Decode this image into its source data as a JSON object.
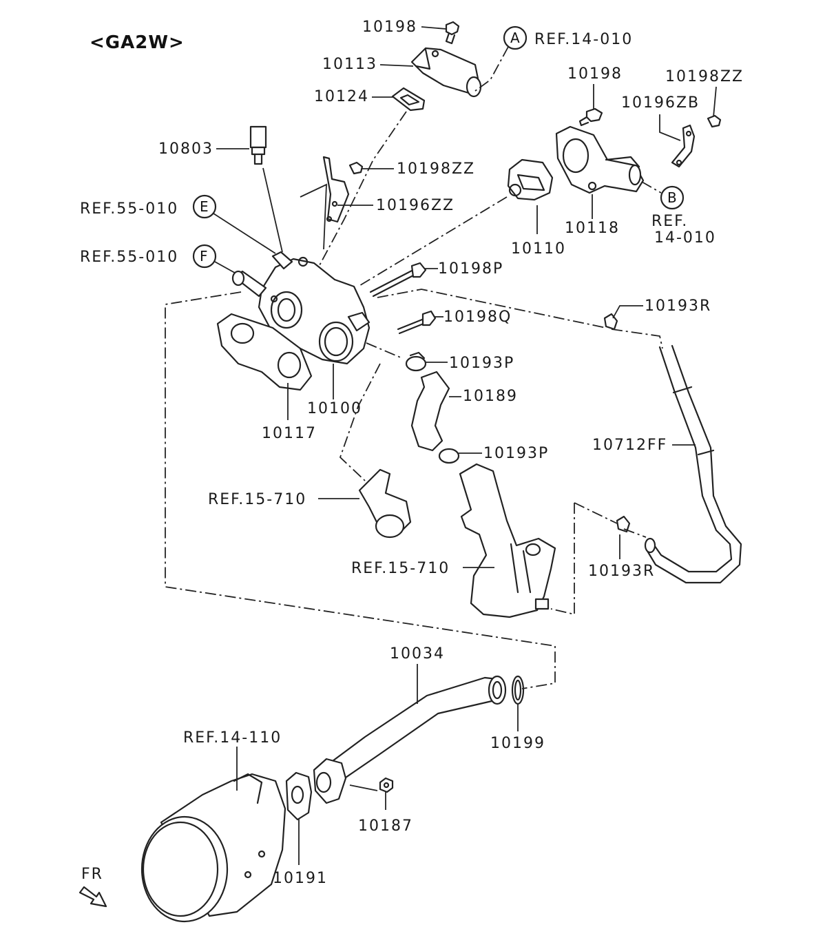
{
  "title": "<GA2W>",
  "fr_label": "FR",
  "callouts": {
    "A": "A",
    "B": "B",
    "E": "E",
    "F": "F"
  },
  "labels": {
    "p10198_top": "10198",
    "p10113": "10113",
    "p10124": "10124",
    "ref_14_010_a": "REF.14-010",
    "p10198_right": "10198",
    "p10198zz_right": "10198ZZ",
    "p10196zb": "10196ZB",
    "p10803": "10803",
    "p10198zz_mid": "10198ZZ",
    "p10196zz": "10196ZZ",
    "ref_55_010_e": "REF.55-010",
    "ref_55_010_f": "REF.55-010",
    "p10118": "10118",
    "ref_b_line1": "REF.",
    "ref_b_line2": "14-010",
    "p10110": "10110",
    "p10198p": "10198P",
    "p10193r_top": "10193R",
    "p10198q": "10198Q",
    "p10193p_top": "10193P",
    "p10189": "10189",
    "p10100": "10100",
    "p10117": "10117",
    "p10193p_mid": "10193P",
    "p10712ff": "10712FF",
    "ref_15_710_a": "REF.15-710",
    "ref_15_710_b": "REF.15-710",
    "p10193r_bot": "10193R",
    "p10034": "10034",
    "p10199": "10199",
    "ref_14_110": "REF.14-110",
    "p10187": "10187",
    "p10191": "10191"
  }
}
